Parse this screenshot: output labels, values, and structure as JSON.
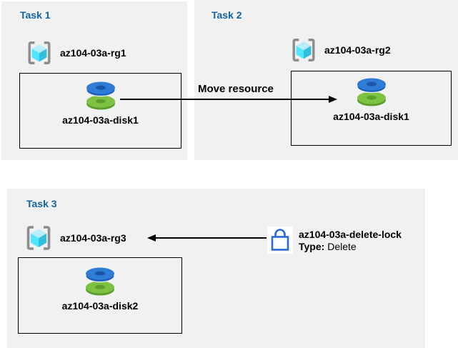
{
  "colors": {
    "panel_bg": "#f1f1f2",
    "title_blue": "#1264a3",
    "text_black": "#000000",
    "rg_bracket_gray": "#8d8d8d",
    "rg_cube_top": "#b9edfb",
    "rg_cube_left": "#50e6ff",
    "rg_cube_right": "#32bedd",
    "disk_blue_top": "#2e7cd6",
    "disk_blue_dark": "#1d5fbf",
    "disk_blue_hole": "#1b55a8",
    "disk_green_top": "#7dc242",
    "disk_green_dark": "#5d9e2d",
    "lock_blue": "#2a6bd3"
  },
  "panels": {
    "task1": {
      "title": "Task 1",
      "rg_label": "az104-03a-rg1",
      "disk_label": "az104-03a-disk1"
    },
    "task2": {
      "title": "Task 2",
      "rg_label": "az104-03a-rg2",
      "disk_label": "az104-03a-disk1"
    },
    "task3": {
      "title": "Task 3",
      "rg_label": "az104-03a-rg3",
      "disk_label": "az104-03a-disk2"
    }
  },
  "annotations": {
    "move_arrow_label": "Move resource",
    "lock_name": "az104-03a-delete-lock",
    "lock_type_label": "Type:",
    "lock_type_value": "Delete"
  }
}
